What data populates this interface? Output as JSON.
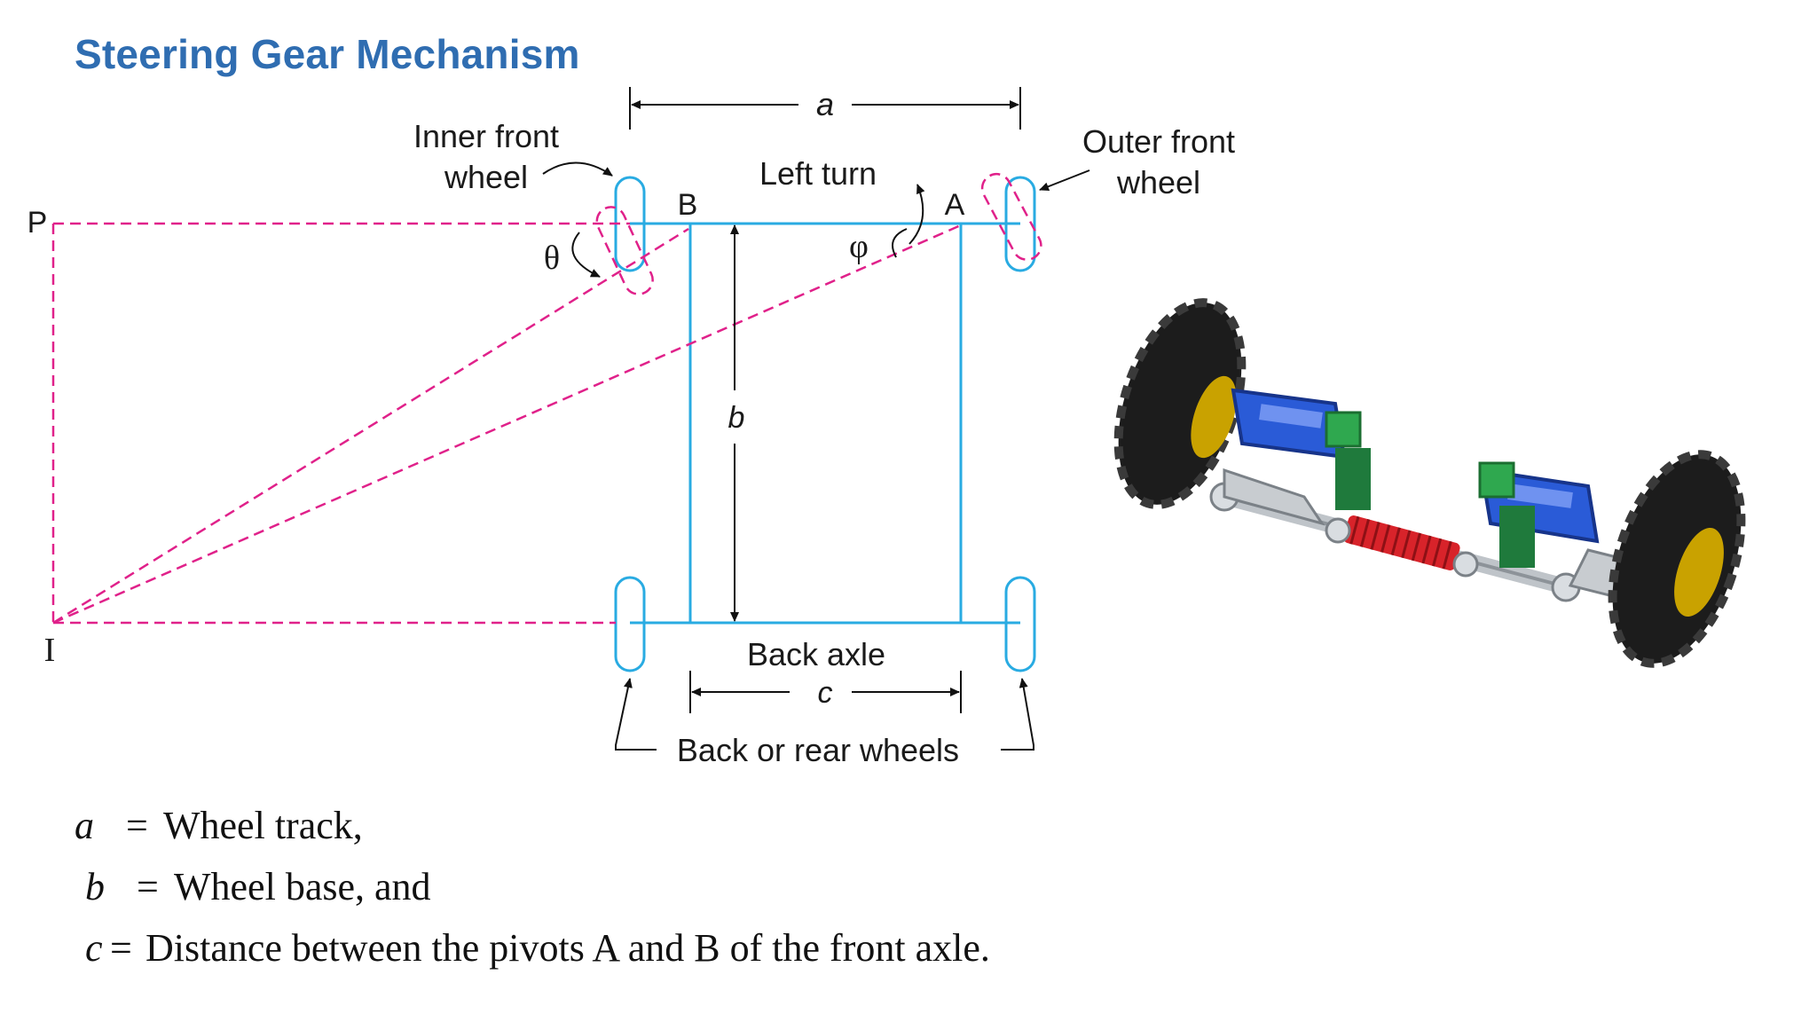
{
  "title": "Steering Gear Mechanism",
  "diagram": {
    "dimension_a": "a",
    "dimension_b": "b",
    "dimension_c": "c",
    "inner_front_wheel": [
      "Inner front",
      "wheel"
    ],
    "outer_front_wheel": [
      "Outer front",
      "wheel"
    ],
    "left_turn": "Left turn",
    "pivot_b": "B",
    "pivot_a": "A",
    "angle_theta": "θ",
    "angle_phi": "φ",
    "point_p": "P",
    "point_i": "I",
    "back_axle": "Back axle",
    "rear_wheels": "Back or rear wheels"
  },
  "legend": [
    {
      "symbol": "a",
      "equals": "=",
      "text": "Wheel track,"
    },
    {
      "symbol": "b",
      "equals": "=",
      "text": "Wheel base, and"
    },
    {
      "symbol": "c",
      "equals": "=",
      "text": "Distance between the pivots A and B of the front axle."
    }
  ],
  "colors": {
    "title": "#2f6db1",
    "frame": "#29abe2",
    "dashed": "#e0218a",
    "tyre": "#1c1c1c",
    "arm": "#2a5bd7",
    "spring": "#d8232a",
    "block": "#2fa84f"
  },
  "images": {
    "render": "3d-steering-axle-render"
  }
}
